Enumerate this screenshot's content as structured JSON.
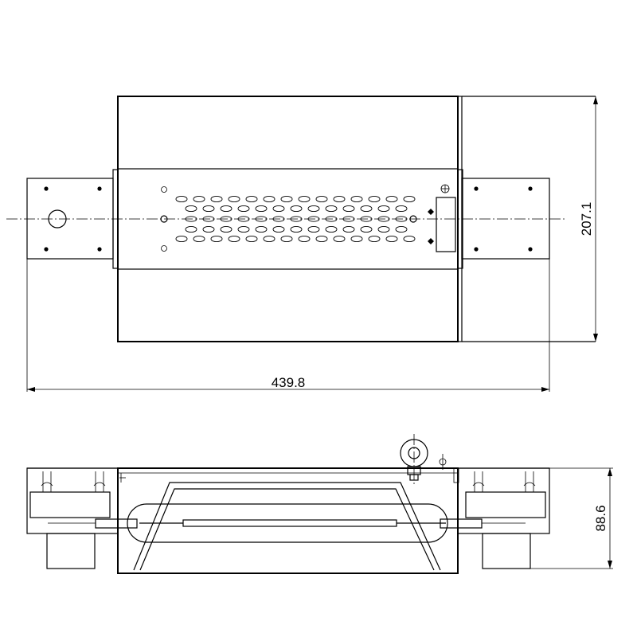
{
  "dimensions": {
    "overall_length": "439.8",
    "top_height": "207.1",
    "side_height": "88.6"
  }
}
